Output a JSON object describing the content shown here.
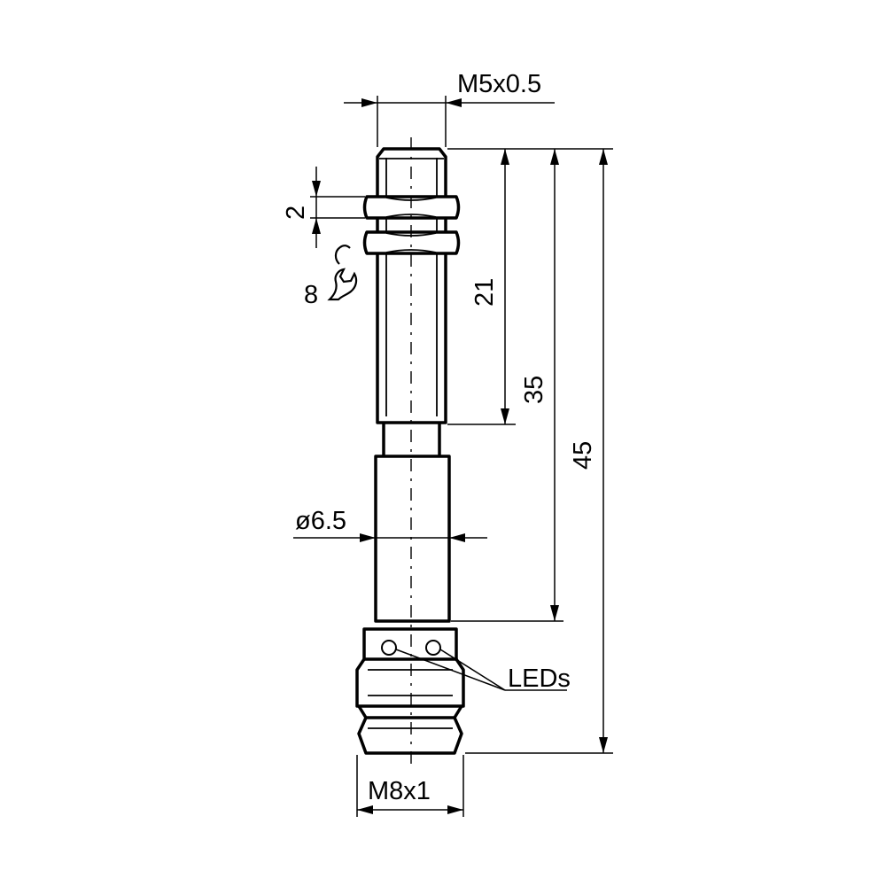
{
  "labels": {
    "thread_m5": "M5x0.5",
    "nut_height": "2",
    "wrench_size": "8",
    "len_thread": "21",
    "len_body": "35",
    "len_total": "45",
    "diameter": "ø6.5",
    "leds": "LEDs",
    "connector": "M8x1"
  },
  "icons": [
    "wrench-icon",
    "led-indicator"
  ]
}
